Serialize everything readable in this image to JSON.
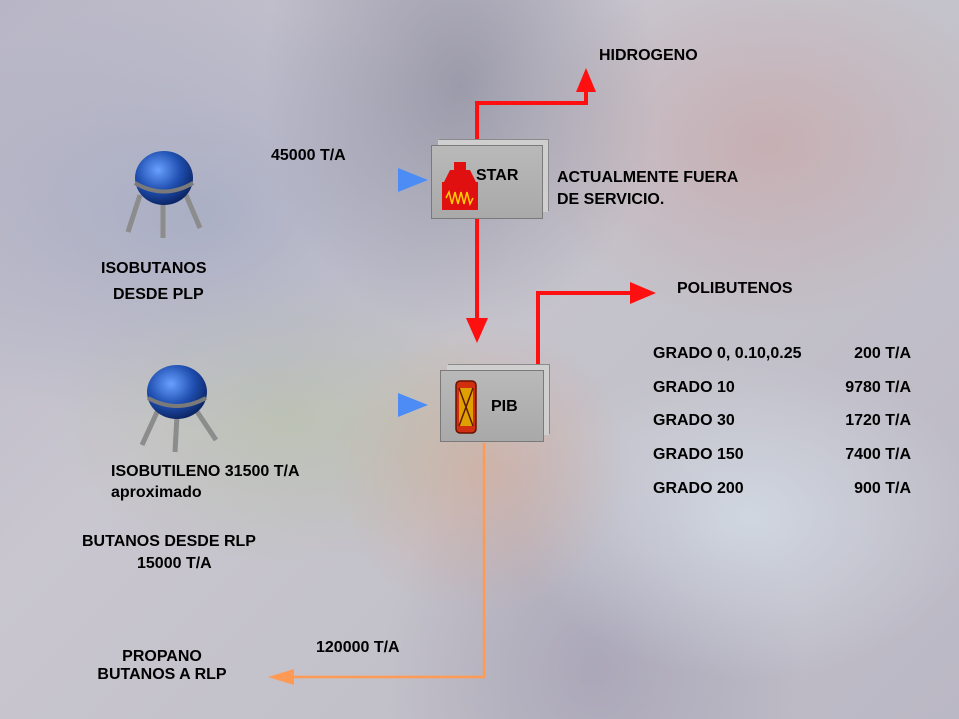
{
  "nodes": {
    "star": "STAR",
    "pib": "PIB"
  },
  "labels": {
    "hidrogeno": "HIDROGENO",
    "flow_isobutanos": "45000 T/A",
    "status_line1": "ACTUALMENTE FUERA",
    "status_line2": "DE SERVICIO.",
    "isobutanos_line1": "ISOBUTANOS",
    "isobutanos_line2": "DESDE  PLP",
    "polibutenos": "POLIBUTENOS",
    "isobutileno_line1": "ISOBUTILENO 31500 T/A",
    "isobutileno_line2": "aproximado",
    "butanos_line1": "BUTANOS DESDE  RLP",
    "butanos_line2": "15000 T/A",
    "flow_return": "120000 T/A",
    "propano_line1": "PROPANO",
    "propano_line2": "BUTANOS A RLP"
  },
  "grades": [
    {
      "name": "GRADO 0, 0.10,0.25",
      "value": "200 T/A"
    },
    {
      "name": "GRADO 10",
      "value": "9780 T/A"
    },
    {
      "name": "GRADO 30",
      "value": "1720 T/A"
    },
    {
      "name": "GRADO 150",
      "value": "7400 T/A"
    },
    {
      "name": "GRADO 200",
      "value": "900 T/A"
    }
  ],
  "colors": {
    "feed_arrow": "#3a7ee8",
    "product_arrow": "#ff1010",
    "return_arrow": "#ff9a55",
    "tank": "#1f4fb0",
    "unit_box": "#b0b0b0"
  },
  "icons": {
    "tank": "spherical-tank-icon",
    "star_unit": "reactor-heater-icon",
    "pib_unit": "column-vessel-icon"
  }
}
